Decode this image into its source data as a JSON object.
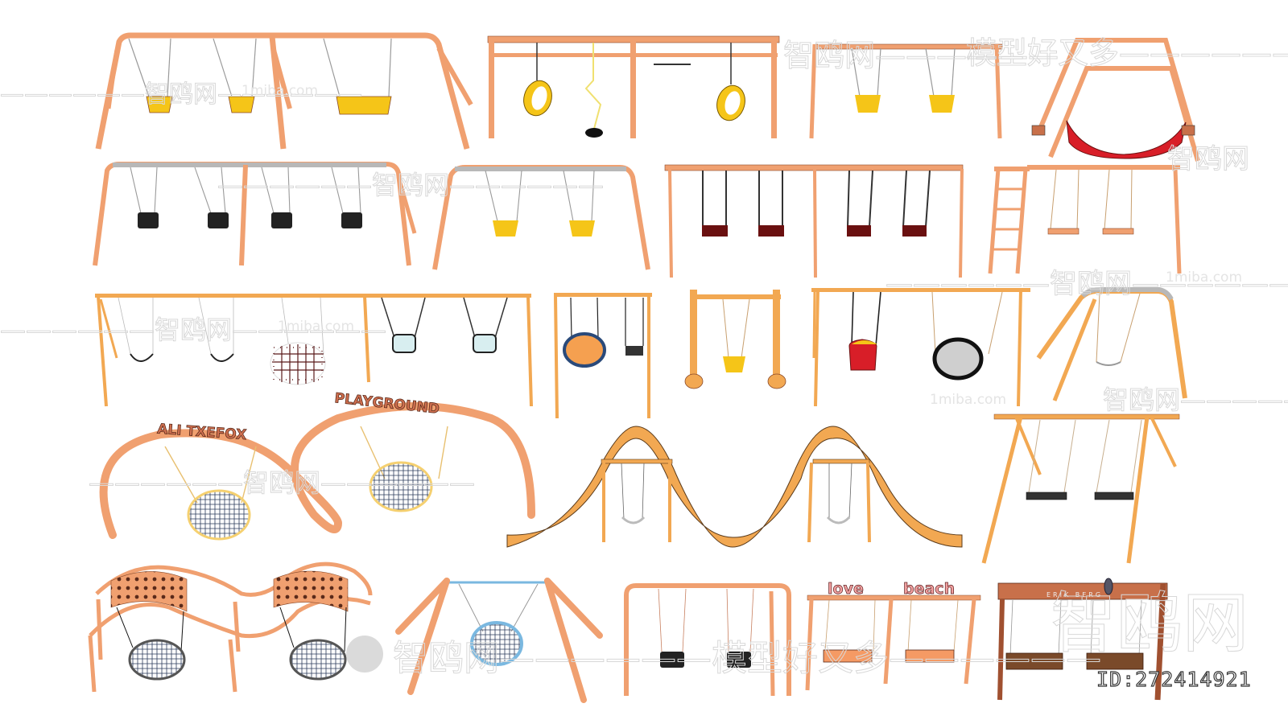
{
  "image": {
    "description": "Collage of 3D-rendered playground swing set models on white background",
    "background_color": "#ffffff"
  },
  "colors": {
    "frame_salmon": "#f0a070",
    "frame_orange": "#f2a852",
    "frame_outline": "#8a4a2a",
    "seat_yellow": "#f5c518",
    "seat_red": "#d81e28",
    "seat_darkred": "#6a1010",
    "chain_gray": "#9a9a9a",
    "steel_gray": "#b8b8b8",
    "net_blue": "#2a4a7a",
    "net_lightblue": "#7ab8e0",
    "wood_brown": "#7a4a2a",
    "watermark": "#d8d8d8"
  },
  "signs": {
    "arch_left": "ALI TXEFOX",
    "arch_right": "PLAYGROUND",
    "love": "love",
    "beach": "beach",
    "wood_beam": "ERIK BERG"
  },
  "watermarks": {
    "brand_cn": "智鸥网",
    "slogan_cn": "模型好又多",
    "dashes": "——————",
    "url": "1miba.com",
    "id_label": "ID:272414921"
  },
  "models": [
    {
      "name": "triple-swing-salmon-a-frame",
      "seats": [
        "toddler-yellow",
        "toddler-yellow",
        "double-yellow"
      ]
    },
    {
      "name": "tire-swing-ring-set",
      "seats": [
        "yellow-ring",
        "rope-disc",
        "trapeze-bar",
        "yellow-ring"
      ]
    },
    {
      "name": "double-toddler-swing",
      "seats": [
        "toddler-yellow",
        "toddler-yellow"
      ]
    },
    {
      "name": "red-boat-swing-frame",
      "seats": [
        "red-boat"
      ]
    },
    {
      "name": "gray-top-quad-swing",
      "seats": [
        "black-bucket",
        "black-bucket",
        "black-bucket",
        "black-bucket"
      ]
    },
    {
      "name": "gray-top-double-toddler",
      "seats": [
        "toddler-yellow",
        "toddler-yellow"
      ]
    },
    {
      "name": "wood-quad-dark-red",
      "seats": [
        "red-flat",
        "red-flat",
        "red-flat",
        "red-flat"
      ]
    },
    {
      "name": "ladder-swing-combo",
      "seats": [
        "flat-orange",
        "flat-orange"
      ]
    },
    {
      "name": "long-wood-multi-swing",
      "seats": [
        "belt",
        "belt",
        "grid-net",
        "bucket",
        "bucket"
      ]
    },
    {
      "name": "square-frame-nest-swing",
      "seats": [
        "blue-nest",
        "black-flat"
      ]
    },
    {
      "name": "post-single-toddler",
      "seats": [
        "toddler-yellow"
      ]
    },
    {
      "name": "wood-red-bucket-nest",
      "seats": [
        "red-bucket",
        "black-nest"
      ]
    },
    {
      "name": "gray-top-single",
      "seats": [
        "belt"
      ]
    },
    {
      "name": "spiral-arch-nest-swings",
      "seats": [
        "yellow-nest",
        "yellow-nest"
      ]
    },
    {
      "name": "wave-slide-swings",
      "seats": [
        "belt",
        "belt"
      ]
    },
    {
      "name": "a-frame-quad-flat",
      "seats": [
        "black-flat",
        "black-flat"
      ]
    },
    {
      "name": "wave-perforated-nest",
      "seats": [
        "net-nest",
        "net-nest"
      ]
    },
    {
      "name": "blue-rope-nest-a-frame",
      "seats": [
        "blue-nest"
      ]
    },
    {
      "name": "salmon-double-bucket",
      "seats": [
        "black-bucket",
        "black-bucket"
      ]
    },
    {
      "name": "love-beach-swing",
      "seats": [
        "flat-orange",
        "flat-orange"
      ]
    },
    {
      "name": "wooden-erik-swing",
      "seats": [
        "wood-flat",
        "wood-flat"
      ]
    }
  ]
}
